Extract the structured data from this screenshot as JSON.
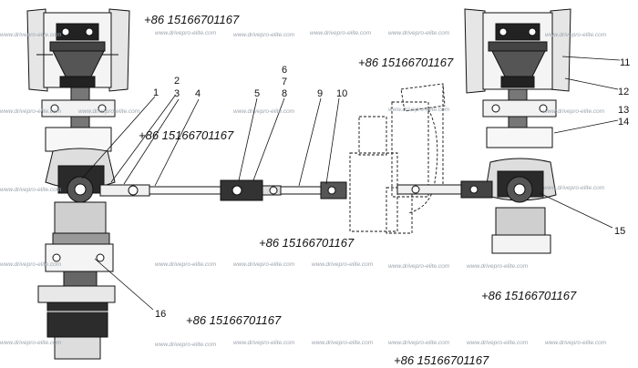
{
  "callouts": [
    "1",
    "2",
    "3",
    "4",
    "5",
    "6",
    "7",
    "8",
    "9",
    "10",
    "11",
    "12",
    "13",
    "14",
    "15",
    "16"
  ],
  "phone": "+86 15166701167",
  "watermark": "www.drivepro-elite.com"
}
